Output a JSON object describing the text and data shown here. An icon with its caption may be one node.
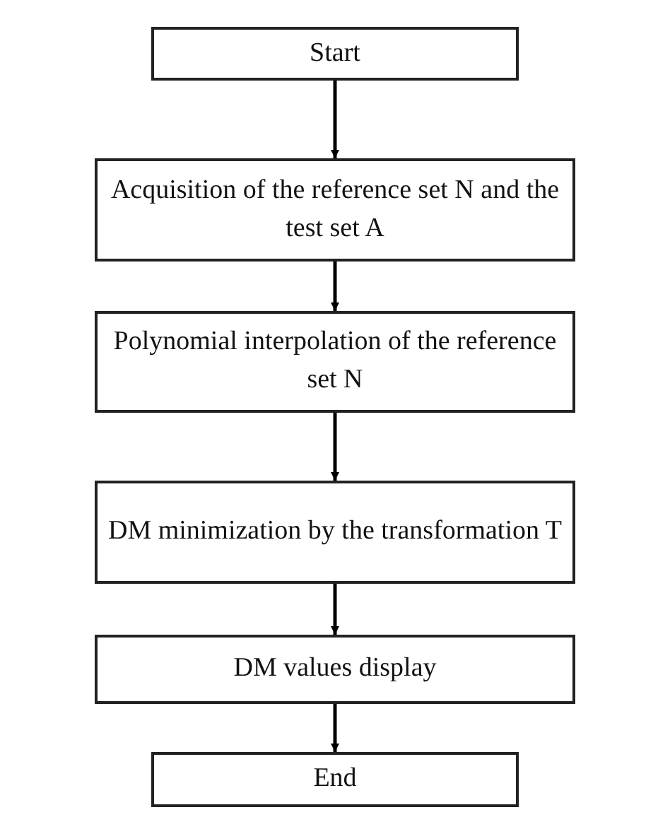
{
  "diagram": {
    "nodes": [
      {
        "text": [
          "Start"
        ]
      },
      {
        "text": [
          "Acquisition of the reference set N and the test set A"
        ]
      },
      {
        "text": [
          "Polynomial interpolation of the reference set N"
        ]
      },
      {
        "text": [
          "DM minimization by the transformation T"
        ]
      },
      {
        "text": [
          "DM values display"
        ]
      },
      {
        "text": [
          "End"
        ]
      }
    ],
    "edges": [
      {
        "from": 0,
        "to": 1,
        "arrow": "to"
      },
      {
        "from": 1,
        "to": 2,
        "arrow": "to"
      },
      {
        "from": 2,
        "to": 3,
        "arrow": "to"
      },
      {
        "from": 3,
        "to": 4,
        "arrow": "to"
      },
      {
        "from": 4,
        "to": 5,
        "arrow": "to"
      }
    ]
  }
}
